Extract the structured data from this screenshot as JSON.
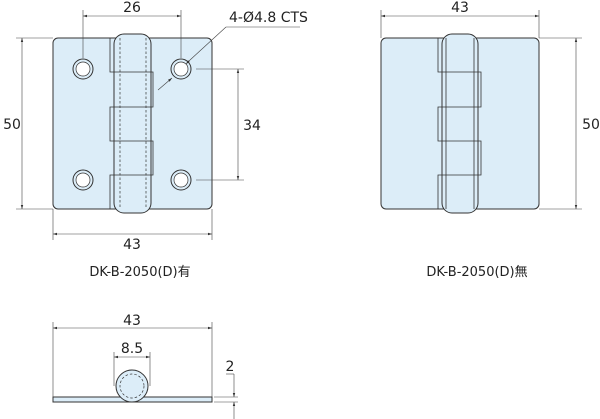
{
  "front_with_holes": {
    "label": "DK-B-2050(D)有",
    "dims": {
      "hole_pitch_h": "26",
      "height": "50",
      "width": "43",
      "hole_pitch_v": "34",
      "holes": "4-Ø4.8 CTS"
    }
  },
  "front_no_holes": {
    "label": "DK-B-2050(D)無",
    "dims": {
      "width": "43",
      "height": "50"
    }
  },
  "side_view": {
    "dims": {
      "width": "43",
      "knuckle_dia": "8.5",
      "thickness": "2"
    }
  },
  "colors": {
    "plate_fill": "#dcedf8",
    "line": "#333333"
  }
}
